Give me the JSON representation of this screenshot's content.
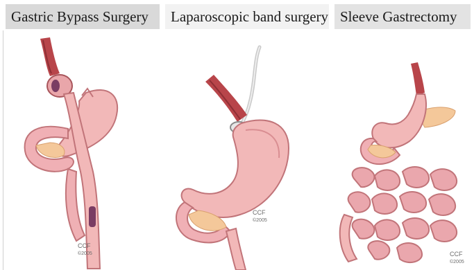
{
  "headers": [
    "Gastric Bypass Surgery",
    "Laparoscopic band surgery",
    "Sleeve Gastrectomy"
  ],
  "credits": {
    "ccf_1": "CCF",
    "year_1": "©2005",
    "ccf_2": "CCF",
    "year_2": "©2005",
    "ccf_3": "CCF",
    "year_3": "©2005"
  },
  "colors": {
    "esophagus": "#b8454a",
    "stomach": "#f2b8b8",
    "stomach_shade": "#d98e92",
    "fat": "#f4c89a",
    "bowel": "#eaa7ad"
  }
}
